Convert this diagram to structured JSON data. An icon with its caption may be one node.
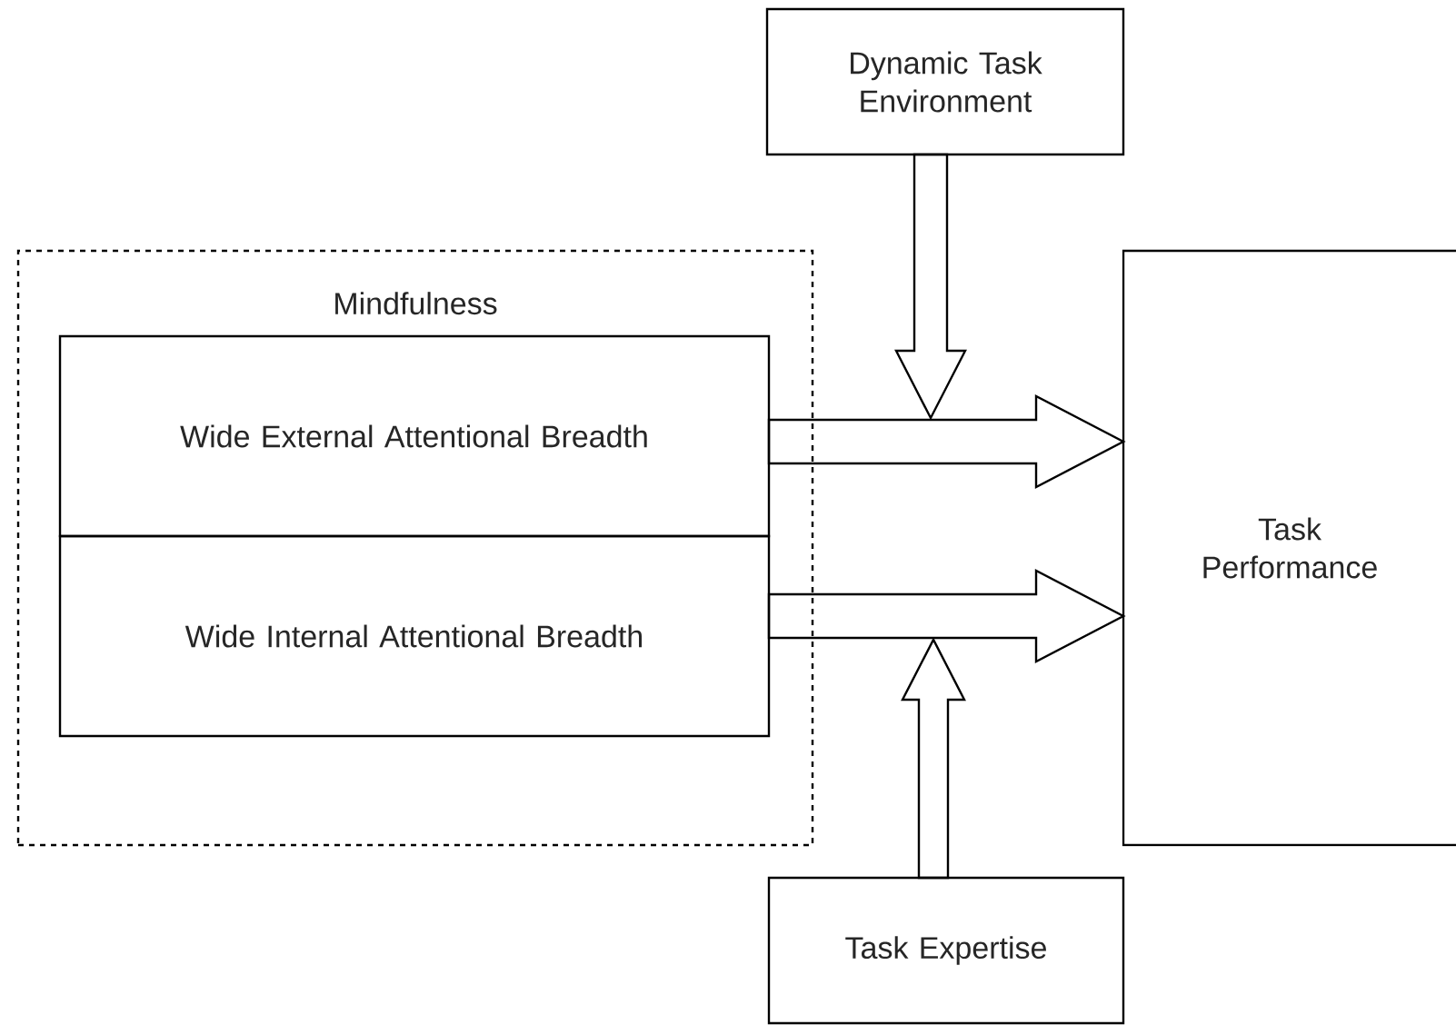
{
  "diagram": {
    "nodes": [
      {
        "text": [
          "Mindfulness"
        ]
      },
      {
        "text": [
          "Wide External Attentional Breadth"
        ],
        "in": 0
      },
      {
        "text": [
          "Wide Internal Attentional Breadth"
        ],
        "in": 0
      },
      {
        "text": [
          "Dynamic Task Environment"
        ]
      },
      {
        "text": [
          "Task Performance"
        ]
      },
      {
        "text": [
          "Task Expertise"
        ]
      }
    ],
    "edges": [
      {
        "from": 1,
        "to": 4,
        "arrow": "to"
      },
      {
        "from": 2,
        "to": 4,
        "arrow": "to"
      },
      {
        "from": 3,
        "to": null,
        "arrow": "to"
      },
      {
        "from": 5,
        "to": null,
        "arrow": "to"
      }
    ]
  }
}
